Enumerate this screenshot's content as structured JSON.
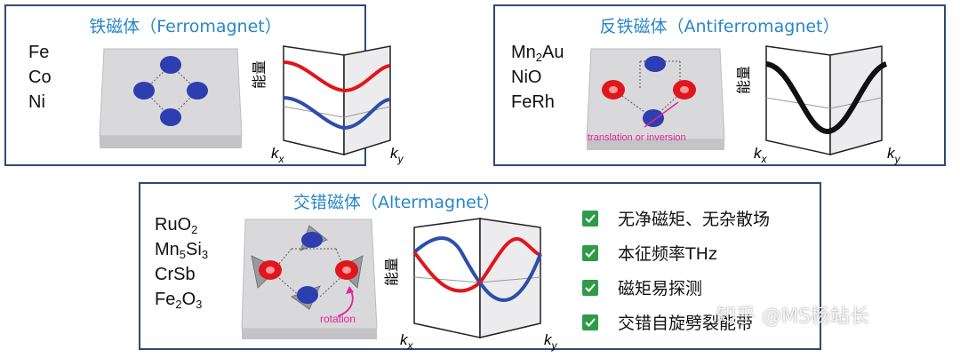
{
  "panels": {
    "ferro": {
      "title": "铁磁体（Ferromagnet）",
      "materials": [
        "Fe",
        "Co",
        "Ni"
      ]
    },
    "antiferro": {
      "title": "反铁磁体（Antiferromagnet）",
      "materials": [
        "Mn2Au",
        "NiO",
        "FeRh"
      ],
      "annotation": "translation or inversion"
    },
    "alter": {
      "title": "交错磁体（Altermagnet）",
      "materials": [
        "RuO2",
        "Mn5Si3",
        "CrSb",
        "Fe2O3"
      ],
      "annotation": "rotation"
    }
  },
  "plot_labels": {
    "energy": "能量",
    "kx": "k",
    "ky": "k",
    "kx_sub": "x",
    "ky_sub": "y"
  },
  "features": [
    {
      "text": "无净磁矩、无杂散场",
      "checked": true
    },
    {
      "text": "本征频率THz",
      "checked": true
    },
    {
      "text": "磁矩易探测",
      "checked": true
    },
    {
      "text": "交错自旋劈裂能带",
      "checked": true
    }
  ],
  "colors": {
    "title": "#2a86c8",
    "border": "#2e4a73",
    "spin_up": "#e0161d",
    "spin_down": "#2c4ea8",
    "check": "#2f9b4a",
    "annotation": "#e0249a"
  },
  "watermark": "知乎 @MS杨站长"
}
